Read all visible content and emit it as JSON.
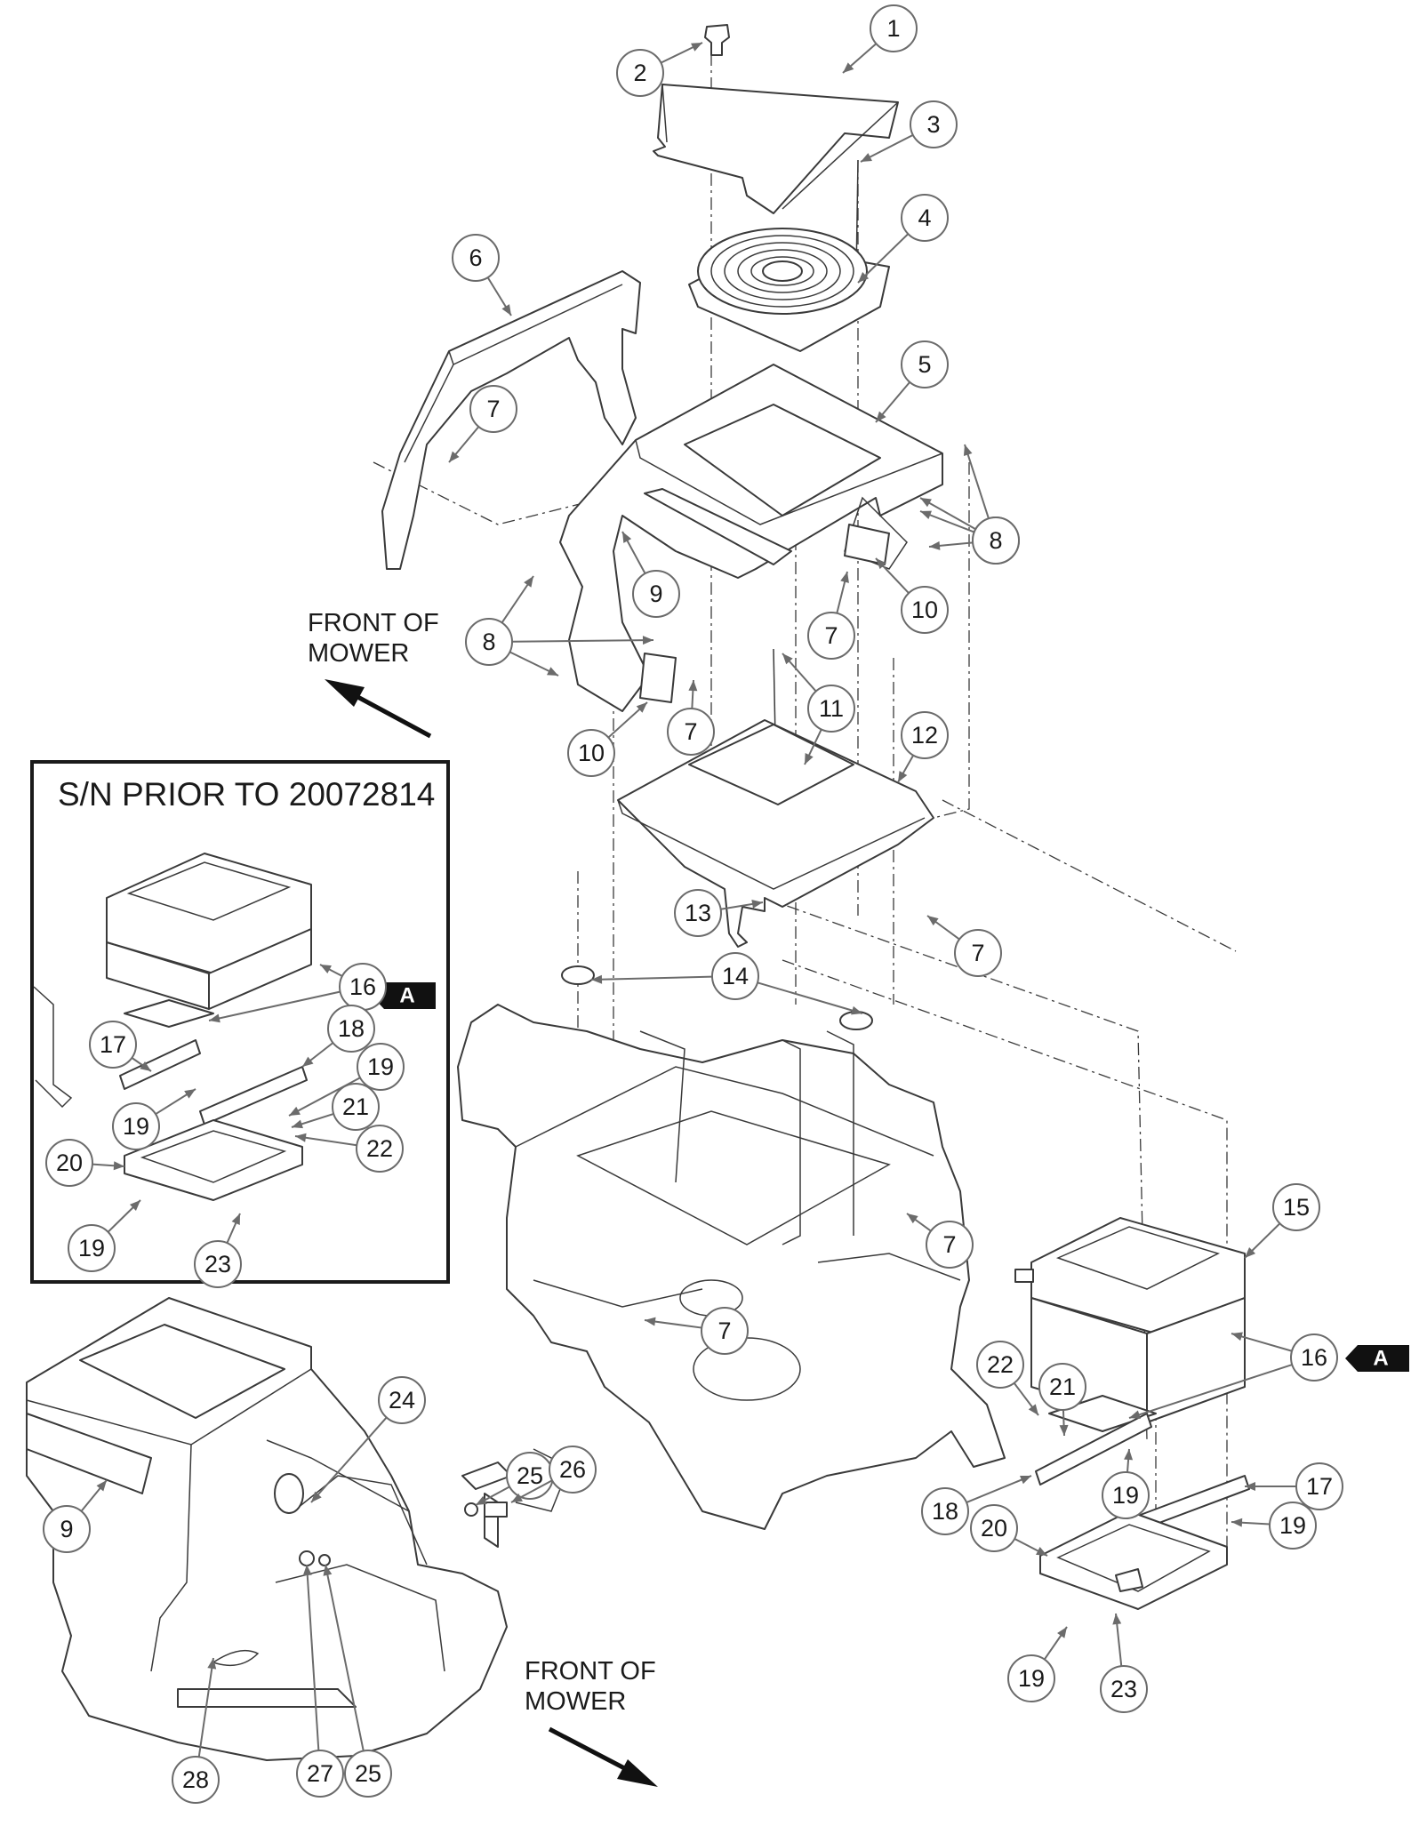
{
  "inset": {
    "title": "S/N PRIOR TO 20072814"
  },
  "direction_labels": [
    {
      "line1": "FRONT OF",
      "line2": "MOWER"
    },
    {
      "line1": "FRONT OF",
      "line2": "MOWER"
    }
  ],
  "tags": [
    {
      "text": "A"
    },
    {
      "text": "A"
    }
  ],
  "callouts": [
    {
      "label": "1"
    },
    {
      "label": "2"
    },
    {
      "label": "3"
    },
    {
      "label": "4"
    },
    {
      "label": "5"
    },
    {
      "label": "6"
    },
    {
      "label": "7"
    },
    {
      "label": "7"
    },
    {
      "label": "8"
    },
    {
      "label": "8"
    },
    {
      "label": "9"
    },
    {
      "label": "10"
    },
    {
      "label": "7"
    },
    {
      "label": "11"
    },
    {
      "label": "10"
    },
    {
      "label": "7"
    },
    {
      "label": "12"
    },
    {
      "label": "13"
    },
    {
      "label": "7"
    },
    {
      "label": "14"
    },
    {
      "label": "16"
    },
    {
      "label": "17"
    },
    {
      "label": "18"
    },
    {
      "label": "19"
    },
    {
      "label": "19"
    },
    {
      "label": "21"
    },
    {
      "label": "22"
    },
    {
      "label": "20"
    },
    {
      "label": "19"
    },
    {
      "label": "23"
    },
    {
      "label": "7"
    },
    {
      "label": "15"
    },
    {
      "label": "7"
    },
    {
      "label": "22"
    },
    {
      "label": "21"
    },
    {
      "label": "16"
    },
    {
      "label": "19"
    },
    {
      "label": "17"
    },
    {
      "label": "18"
    },
    {
      "label": "20"
    },
    {
      "label": "19"
    },
    {
      "label": "19"
    },
    {
      "label": "23"
    },
    {
      "label": "24"
    },
    {
      "label": "25"
    },
    {
      "label": "26"
    },
    {
      "label": "9"
    },
    {
      "label": "28"
    },
    {
      "label": "27"
    },
    {
      "label": "25"
    }
  ]
}
